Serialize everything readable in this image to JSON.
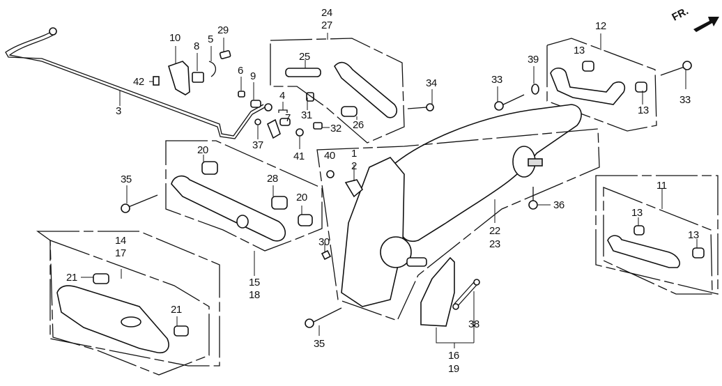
{
  "diagram": {
    "title": "Rear suspension exploded parts diagram",
    "direction_indicator": {
      "label": "FR.",
      "icon": "front-direction-arrow-icon"
    },
    "callouts": [
      {
        "id": "c3",
        "text": "3"
      },
      {
        "id": "c10",
        "text": "10"
      },
      {
        "id": "c8",
        "text": "8"
      },
      {
        "id": "c5",
        "text": "5"
      },
      {
        "id": "c29",
        "text": "29"
      },
      {
        "id": "c42",
        "text": "42"
      },
      {
        "id": "c6",
        "text": "6"
      },
      {
        "id": "c9",
        "text": "9"
      },
      {
        "id": "c4",
        "text": "4"
      },
      {
        "id": "c7",
        "text": "7"
      },
      {
        "id": "c37",
        "text": "37"
      },
      {
        "id": "c41",
        "text": "41"
      },
      {
        "id": "c31",
        "text": "31"
      },
      {
        "id": "c32",
        "text": "32"
      },
      {
        "id": "c24",
        "text": "24"
      },
      {
        "id": "c27",
        "text": "27"
      },
      {
        "id": "c25",
        "text": "25"
      },
      {
        "id": "c26",
        "text": "26"
      },
      {
        "id": "c34",
        "text": "34"
      },
      {
        "id": "c33a",
        "text": "33"
      },
      {
        "id": "c39",
        "text": "39"
      },
      {
        "id": "c12",
        "text": "12"
      },
      {
        "id": "c13a",
        "text": "13"
      },
      {
        "id": "c13b",
        "text": "13"
      },
      {
        "id": "c33b",
        "text": "33"
      },
      {
        "id": "c20a",
        "text": "20"
      },
      {
        "id": "c20b",
        "text": "20"
      },
      {
        "id": "c28",
        "text": "28"
      },
      {
        "id": "c35a",
        "text": "35"
      },
      {
        "id": "c15",
        "text": "15"
      },
      {
        "id": "c18",
        "text": "18"
      },
      {
        "id": "c40",
        "text": "40"
      },
      {
        "id": "c1",
        "text": "1"
      },
      {
        "id": "c2",
        "text": "2"
      },
      {
        "id": "c30",
        "text": "30"
      },
      {
        "id": "c22",
        "text": "22"
      },
      {
        "id": "c23",
        "text": "23"
      },
      {
        "id": "c36",
        "text": "36"
      },
      {
        "id": "c11",
        "text": "11"
      },
      {
        "id": "c13c",
        "text": "13"
      },
      {
        "id": "c13d",
        "text": "13"
      },
      {
        "id": "c14",
        "text": "14"
      },
      {
        "id": "c17",
        "text": "17"
      },
      {
        "id": "c21a",
        "text": "21"
      },
      {
        "id": "c21b",
        "text": "21"
      },
      {
        "id": "c35b",
        "text": "35"
      },
      {
        "id": "c38",
        "text": "38"
      },
      {
        "id": "c16",
        "text": "16"
      },
      {
        "id": "c19",
        "text": "19"
      }
    ]
  }
}
